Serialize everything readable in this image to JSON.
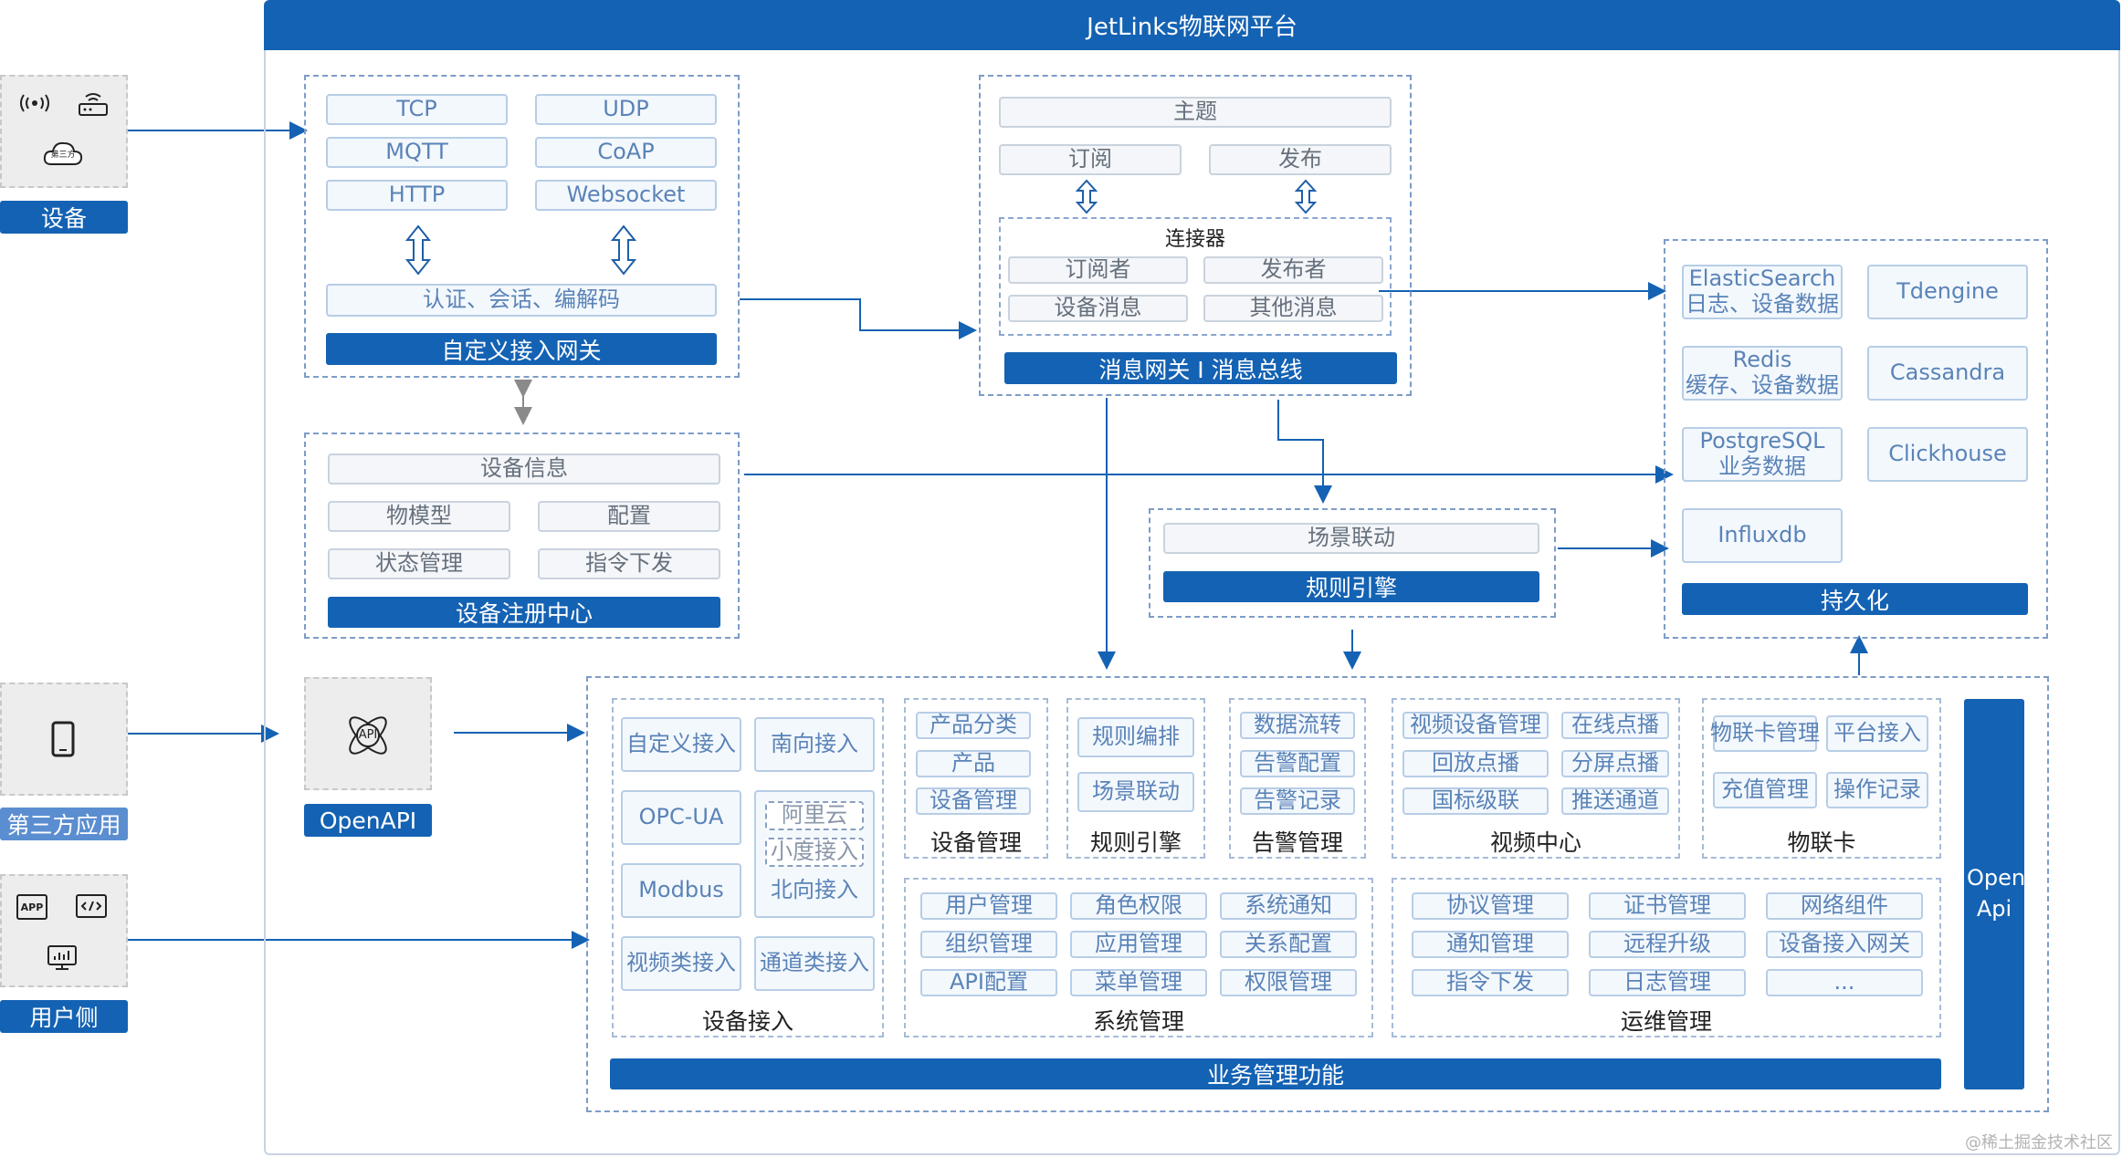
{
  "platform_title": "JetLinks物联网平台",
  "left": {
    "devices_label": "设备",
    "thirdparty_badge": "第三方",
    "third_app_label": "第三方应用",
    "user_side_label": "用户侧",
    "app_tag": "APP"
  },
  "openapi": {
    "label": "OpenAPI",
    "badge": "API"
  },
  "gateway": {
    "protocols": [
      "TCP",
      "UDP",
      "MQTT",
      "CoAP",
      "HTTP",
      "Websocket"
    ],
    "auth": "认证、会话、编解码",
    "title": "自定义接入网关"
  },
  "registry": {
    "info": "设备信息",
    "items": [
      "物模型",
      "配置",
      "状态管理",
      "指令下发"
    ],
    "title": "设备注册中心"
  },
  "bus": {
    "topic": "主题",
    "subscribe": "订阅",
    "publish": "发布",
    "connector": "连接器",
    "items": [
      "订阅者",
      "发布者",
      "设备消息",
      "其他消息"
    ],
    "title": "消息网关 I 消息总线"
  },
  "rule": {
    "scene": "场景联动",
    "title": "规则引擎"
  },
  "persist": {
    "items": [
      {
        "l1": "ElasticSearch",
        "l2": "日志、设备数据"
      },
      {
        "l1": "Tdengine",
        "l2": ""
      },
      {
        "l1": "Redis",
        "l2": "缓存、设备数据"
      },
      {
        "l1": "Cassandra",
        "l2": ""
      },
      {
        "l1": "PostgreSQL",
        "l2": "业务数据"
      },
      {
        "l1": "Clickhouse",
        "l2": ""
      },
      {
        "l1": "Influxdb",
        "l2": ""
      }
    ],
    "title": "持久化"
  },
  "business": {
    "access": {
      "items": [
        "自定义接入",
        "南向接入",
        "OPC-UA",
        "Modbus",
        "视频类接入",
        "通道类接入"
      ],
      "north_items": [
        "阿里云",
        "小度接入"
      ],
      "north_label": "北向接入",
      "caption": "设备接入"
    },
    "device_mgmt": {
      "items": [
        "产品分类",
        "产品",
        "设备管理"
      ],
      "caption": "设备管理"
    },
    "rule_mgmt": {
      "items": [
        "规则编排",
        "场景联动"
      ],
      "caption": "规则引擎"
    },
    "alarm": {
      "items": [
        "数据流转",
        "告警配置",
        "告警记录"
      ],
      "caption": "告警管理"
    },
    "video": {
      "items": [
        "视频设备管理",
        "在线点播",
        "回放点播",
        "分屏点播",
        "国标级联",
        "推送通道"
      ],
      "caption": "视频中心"
    },
    "iotcard": {
      "items": [
        "物联卡管理",
        "平台接入",
        "充值管理",
        "操作记录"
      ],
      "caption": "物联卡"
    },
    "system": {
      "items": [
        "用户管理",
        "角色权限",
        "系统通知",
        "组织管理",
        "应用管理",
        "关系配置",
        "API配置",
        "菜单管理",
        "权限管理"
      ],
      "caption": "系统管理"
    },
    "ops": {
      "items": [
        "协议管理",
        "证书管理",
        "网络组件",
        "通知管理",
        "远程升级",
        "设备接入网关",
        "指令下发",
        "日志管理",
        "..."
      ],
      "caption": "运维管理"
    },
    "title": "业务管理功能",
    "open_api": "Open Api"
  },
  "watermark": "@稀土掘金技术社区"
}
